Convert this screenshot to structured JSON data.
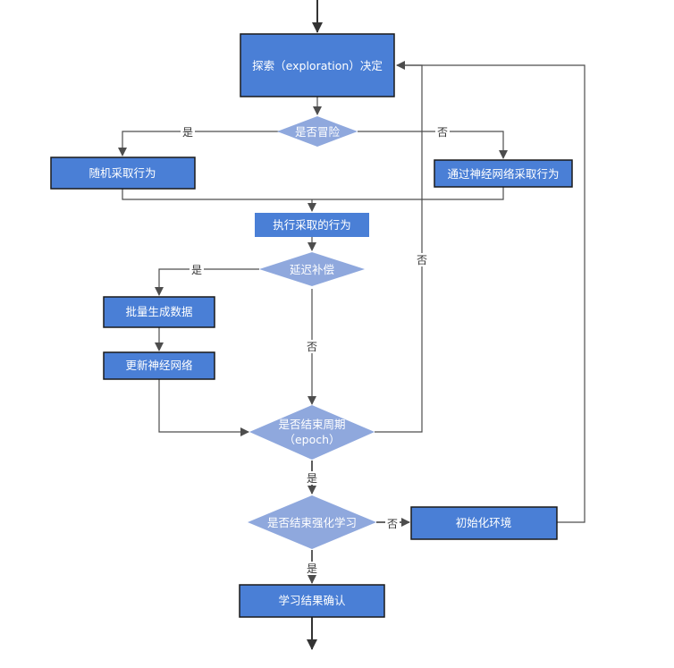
{
  "colors": {
    "box_fill": "#4a7fd6",
    "box_border": "#1a1a1a",
    "diamond_fill": "#8fa8dd",
    "line": "#4d4d4d"
  },
  "nodes": {
    "explore": "探索（exploration）决定",
    "risk": "是否冒险",
    "random": "随机采取行为",
    "network_action": "通过神经网络采取行为",
    "execute": "执行采取的行为",
    "delay": "延迟补偿",
    "batch": "批量生成数据",
    "update": "更新神经网络",
    "epoch_line1": "是否结束周期",
    "epoch_line2": "（epoch）",
    "end_rl": "是否结束强化学习",
    "init_env": "初始化环境",
    "confirm": "学习结果确认"
  },
  "edge_labels": {
    "risk_yes": "是",
    "risk_no": "否",
    "delay_yes": "是",
    "delay_no": "否",
    "epoch_no": "否",
    "epoch_yes": "是",
    "end_no": "否",
    "end_yes": "是"
  }
}
